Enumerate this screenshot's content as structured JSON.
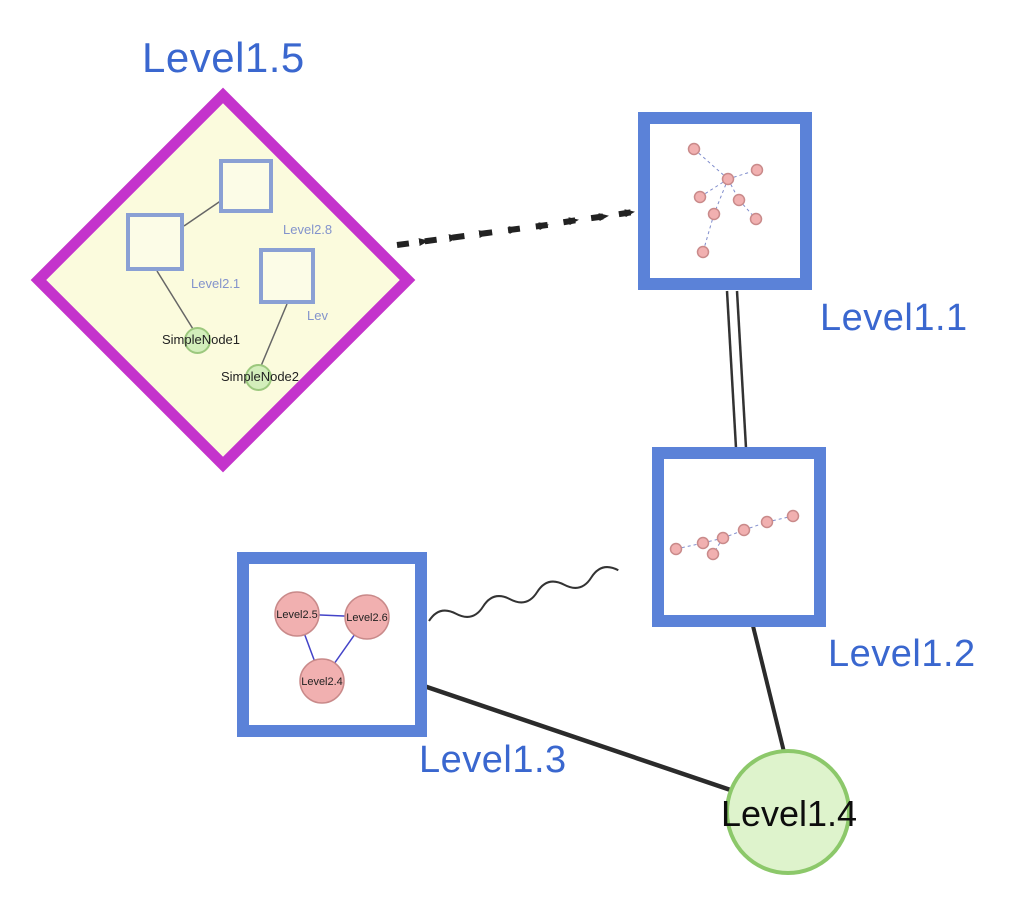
{
  "labels": {
    "level1_5": "Level1.5",
    "level1_1": "Level1.1",
    "level1_2": "Level1.2",
    "level1_3": "Level1.3",
    "level1_4": "Level1.4"
  },
  "diamond_group": {
    "square_labels": {
      "level2_8": "Level2.8",
      "level2_1": "Level2.1",
      "lev_truncated": "Lev"
    },
    "green_nodes": {
      "simple_node_1": "SimpleNode1",
      "simple_node_2": "SimpleNode2"
    }
  },
  "level1_3_group": {
    "nodes": {
      "level2_5": "Level2.5",
      "level2_6": "Level2.6",
      "level2_4": "Level2.4"
    }
  },
  "colors": {
    "label_blue": "#3a67cf",
    "diamond_border": "#c433cc",
    "diamond_fill": "#fbfbdd",
    "inner_square_border": "#8aa0d4",
    "inner_label_blue": "#8393cc",
    "small_green_fill": "#d3eebb",
    "small_green_border": "#9cc87e",
    "box_border_blue": "#5b82d8",
    "big_green_fill": "#def3cc",
    "big_green_border": "#8cc86a",
    "pink_fill": "#f1b0b0",
    "pink_border": "#c98a8a",
    "mini_edge_blue": "#7f8ccc",
    "triangle_edge_blue": "#4343c8",
    "edge_black": "#2b2b2b"
  }
}
